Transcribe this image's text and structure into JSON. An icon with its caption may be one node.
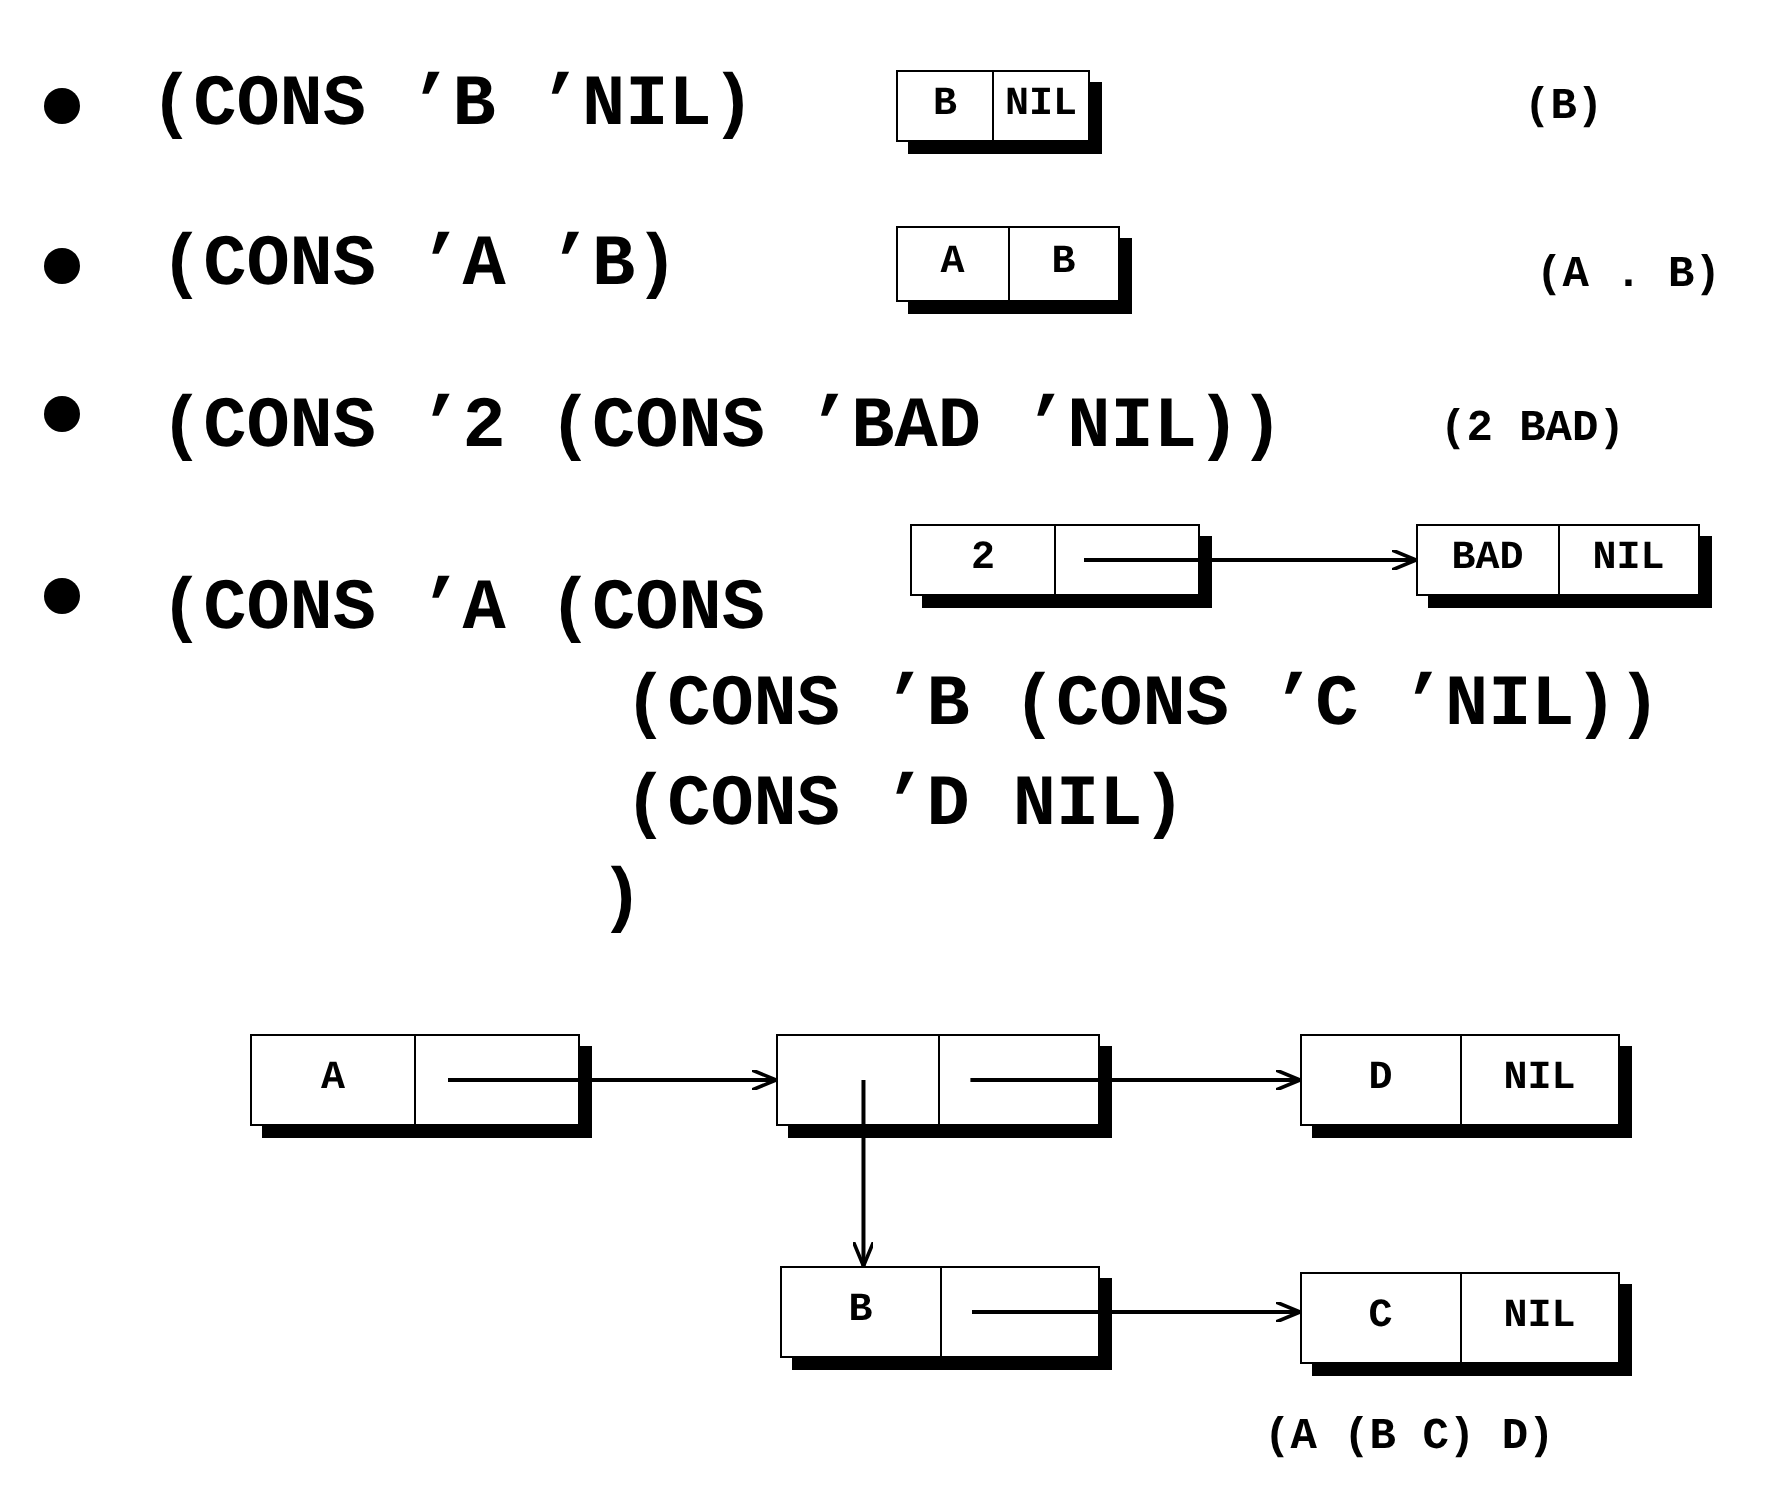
{
  "diagram": {
    "nodes": [
      {
        "text": [
          "B",
          "NIL"
        ]
      },
      {
        "text": [
          "A",
          "B"
        ]
      },
      {
        "text": [
          "2"
        ]
      },
      {
        "text": [
          "BAD",
          "NIL"
        ]
      },
      {
        "text": [
          "A"
        ]
      },
      {
        "text": [],
        "shape": "box"
      },
      {
        "text": [
          "D",
          "NIL"
        ]
      },
      {
        "text": [
          "B"
        ]
      },
      {
        "text": [
          "C",
          "NIL"
        ]
      }
    ],
    "edges": [
      {
        "from": 2,
        "to": 3,
        "arrow": "to"
      },
      {
        "from": 4,
        "to": 5,
        "arrow": "to"
      },
      {
        "from": 5,
        "to": 6,
        "arrow": "to"
      },
      {
        "from": 5,
        "to": 7,
        "arrow": "to"
      },
      {
        "from": 7,
        "to": 8,
        "arrow": "to"
      }
    ],
    "labels": [
      "(CONS ’B ’NIL)",
      "(B)",
      "(CONS ’A ’B)",
      "(A . B)",
      "(CONS ’2 (CONS ’BAD ’NIL))",
      "(2 BAD)",
      "(CONS ’A (CONS",
      "(CONS ’B (CONS ’C ’NIL))",
      "(CONS ’D NIL)",
      ")",
      "(A (B C) D)"
    ]
  }
}
